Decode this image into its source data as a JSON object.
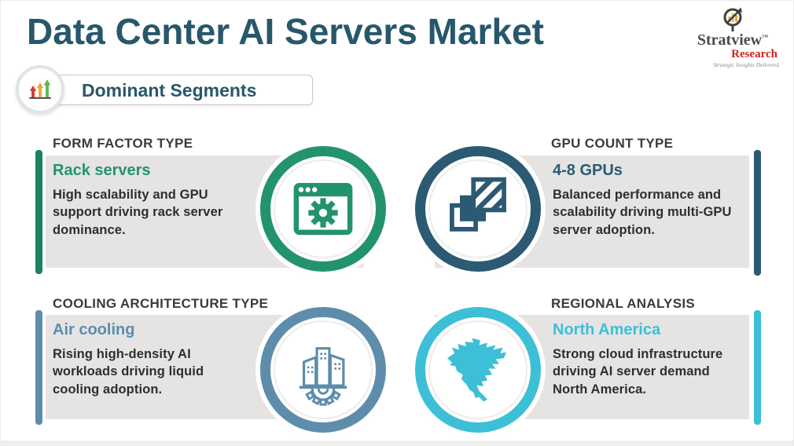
{
  "header": {
    "title": "Data Center AI Servers Market",
    "logo": {
      "icon": "magnifier-chart-icon",
      "brand": "Stratview",
      "trademark": "TM",
      "brand2": "Research",
      "tagline": "Strategic Insights Delivered"
    }
  },
  "badge": {
    "label": "Dominant Segments",
    "icon": "growth-arrows-icon",
    "arrow_colors": [
      "#d63b30",
      "#f1a33a",
      "#5cb94e"
    ]
  },
  "quadrants": [
    {
      "title": "FORM FACTOR TYPE",
      "highlight": "Rack servers",
      "description": "High scalability and GPU support driving rack server dominance.",
      "accent": "#23936f",
      "bar": "#1d8163",
      "icon": "app-window-gear-icon"
    },
    {
      "title": "GPU COUNT TYPE",
      "highlight": "4-8 GPUs",
      "description": "Balanced performance and scalability driving multi-GPU server adoption.",
      "accent": "#2b5a72",
      "bar": "#2b5a72",
      "icon": "gpu-stack-icon"
    },
    {
      "title": "COOLING ARCHITECTURE TYPE",
      "highlight": "Air cooling",
      "description": "Rising high-density AI workloads driving liquid cooling adoption.",
      "accent": "#5d8dab",
      "bar": "#5d8dab",
      "icon": "buildings-gear-icon"
    },
    {
      "title": "REGIONAL ANALYSIS",
      "highlight": "North America",
      "description": "Strong cloud infrastructure driving AI server demand North America.",
      "accent": "#3cbfd7",
      "bar": "#3cbfd7",
      "icon": "north-america-map-icon"
    }
  ],
  "colors": {
    "title": "#27576b",
    "section_heading": "#3b3b3b",
    "body_text": "#2e2e2e",
    "panel_background": "#e5e4e3",
    "badge_text": "#27576b",
    "logo_red": "#cc2418"
  }
}
